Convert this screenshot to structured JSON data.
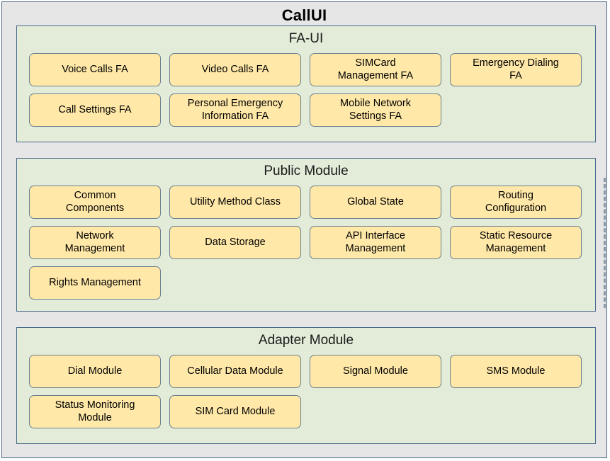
{
  "app": {
    "title": "CallUI",
    "colors": {
      "background": "#e6e6e6",
      "frame_border": "#46688a",
      "group_fill": "#e2ecd9",
      "card_fill": "#ffe8a8",
      "card_border": "#6b7f8c",
      "text": "#000000"
    }
  },
  "groups": [
    {
      "id": "fa-ui",
      "title": "FA-UI",
      "rows": [
        [
          {
            "label": "Voice Calls FA"
          },
          {
            "label": "Video Calls FA"
          },
          {
            "label": "SIMCard\nManagement FA"
          },
          {
            "label": "Emergency Dialing\nFA"
          }
        ],
        [
          {
            "label": "Call Settings FA"
          },
          {
            "label": "Personal Emergency\nInformation FA"
          },
          {
            "label": "Mobile Network\nSettings FA"
          }
        ]
      ]
    },
    {
      "id": "public",
      "title": "Public Module",
      "rows": [
        [
          {
            "label": "Common\nComponents"
          },
          {
            "label": "Utility Method Class"
          },
          {
            "label": "Global State"
          },
          {
            "label": "Routing\nConfiguration"
          }
        ],
        [
          {
            "label": "Network\nManagement"
          },
          {
            "label": "Data Storage"
          },
          {
            "label": "API Interface\nManagement"
          },
          {
            "label": "Static Resource\nManagement"
          }
        ],
        [
          {
            "label": "Rights Management"
          }
        ]
      ]
    },
    {
      "id": "adapter",
      "title": "Adapter Module",
      "rows": [
        [
          {
            "label": "Dial Module"
          },
          {
            "label": "Cellular Data Module"
          },
          {
            "label": "Signal Module"
          },
          {
            "label": "SMS Module"
          }
        ],
        [
          {
            "label": "Status Monitoring\nModule"
          },
          {
            "label": "SIM Card Module"
          }
        ]
      ]
    }
  ]
}
